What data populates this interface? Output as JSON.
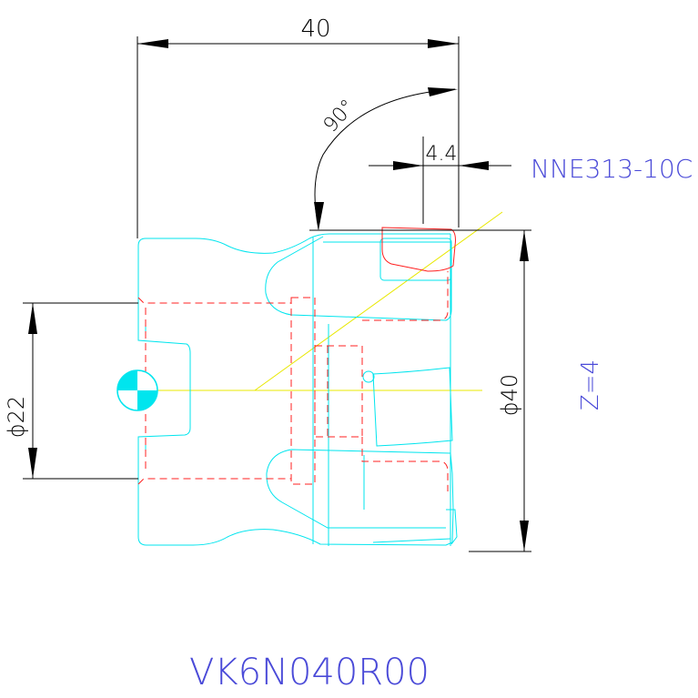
{
  "dimensions": {
    "width": "40",
    "angle": "90°",
    "offset": "4.4",
    "diameter_outer": "ϕ40",
    "diameter_inner": "ϕ22"
  },
  "labels": {
    "insert": "NNE313-10C",
    "teeth": "Z=4",
    "part_number": "VK6N040R00"
  },
  "colors": {
    "dimension": "#000000",
    "outline": "#00e5ee",
    "hidden": "#ff2020",
    "centerline": "#e8e800",
    "text": "#4a4ad8",
    "marker": "#00e5ee"
  }
}
